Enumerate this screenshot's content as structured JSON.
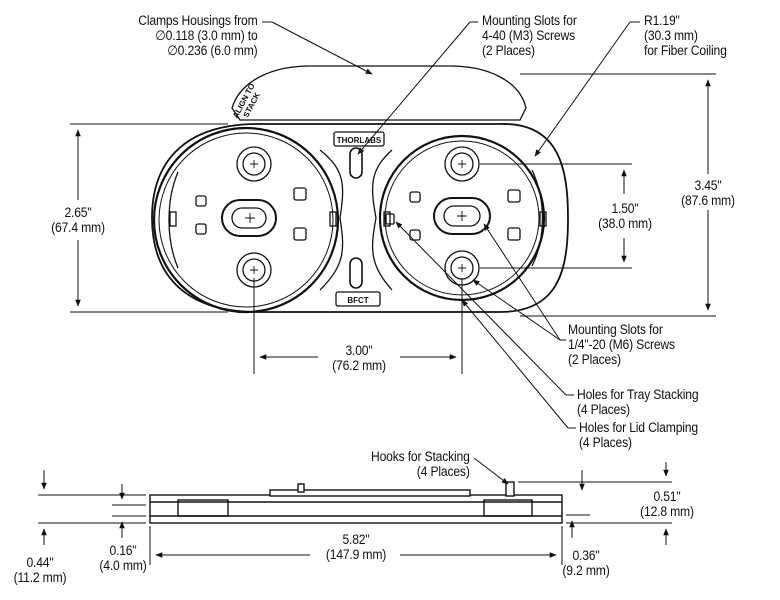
{
  "callouts": {
    "clamp_housings": [
      "Clamps Housings from",
      "∅0.118 (3.0 mm) to",
      "∅0.236 (6.0 mm)"
    ],
    "mounting_slots_m3": [
      "Mounting Slots for",
      "4-40 (M3) Screws",
      "(2 Places)"
    ],
    "fiber_coiling": [
      "R1.19\"",
      "(30.3 mm)",
      "for Fiber Coiling"
    ],
    "mounting_slots_m6": [
      "Mounting Slots for",
      "1/4\"-20 (M6) Screws",
      "(2 Places)"
    ],
    "tray_stacking": [
      "Holes for Tray Stacking",
      "(4 Places)"
    ],
    "lid_clamping": [
      "Holes for Lid Clamping",
      "(4 Places)"
    ],
    "hooks": [
      "Hooks for Stacking",
      "(4 Places)"
    ]
  },
  "dimensions": {
    "height_2_65": [
      "2.65\"",
      "(67.4 mm)"
    ],
    "height_3_45": [
      "3.45\"",
      "(87.6 mm)"
    ],
    "spacing_1_50": [
      "1.50\"",
      "(38.0 mm)"
    ],
    "width_3_00": [
      "3.00\"",
      "(76.2 mm)"
    ],
    "length_5_82": [
      "5.82\"",
      "(147.9 mm)"
    ],
    "thickness_0_44": [
      "0.44\"",
      "(11.2 mm)"
    ],
    "thickness_0_16": [
      "0.16\"",
      "(4.0 mm)"
    ],
    "thickness_0_36": [
      "0.36\"",
      "(9.2 mm)"
    ],
    "hook_0_51": [
      "0.51\"",
      "(12.8 mm)"
    ]
  },
  "engravings": {
    "align": "ALIGN TO",
    "stack": "STACK",
    "brand": "THORLABS",
    "part": "BFCT"
  },
  "colors": {
    "line": "#111111",
    "fill": "#ffffff"
  }
}
